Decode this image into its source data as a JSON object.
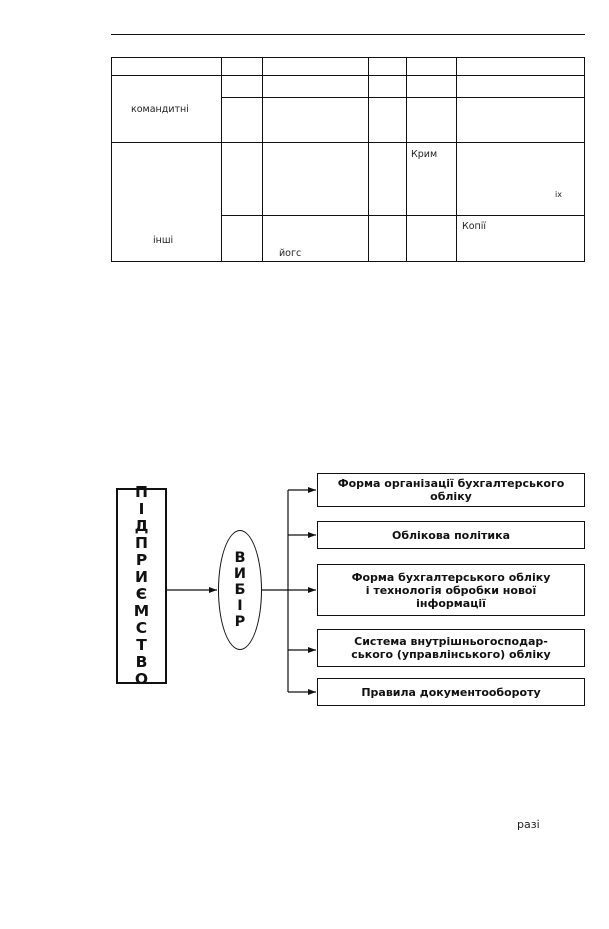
{
  "table": {
    "cells": {
      "komandytni": "командитні",
      "inshi": "інші",
      "krym": "Крим",
      "ikh": "іх",
      "kopii": "Копії",
      "yogs": "йогс"
    }
  },
  "diagram": {
    "enterprise_letters": [
      "П",
      "І",
      "Д",
      "П",
      "Р",
      "И",
      "Є",
      "М",
      "С",
      "Т",
      "В",
      "О"
    ],
    "choice_letters": [
      "В",
      "И",
      "Б",
      "І",
      "Р"
    ],
    "boxes": [
      {
        "line1": "Форма організації бухгалтерського",
        "line2": "обліку",
        "line3": ""
      },
      {
        "line1": "Облікова політика",
        "line2": "",
        "line3": ""
      },
      {
        "line1": "Форма бухгалтерського обліку",
        "line2": "і технологія обробки нової",
        "line3": "інформації"
      },
      {
        "line1": "Система внутрішньогосподар-",
        "line2": "ського (управлінського) обліку",
        "line3": ""
      },
      {
        "line1": "Правила документообороту",
        "line2": "",
        "line3": ""
      }
    ]
  },
  "footer": {
    "word": "разі"
  }
}
